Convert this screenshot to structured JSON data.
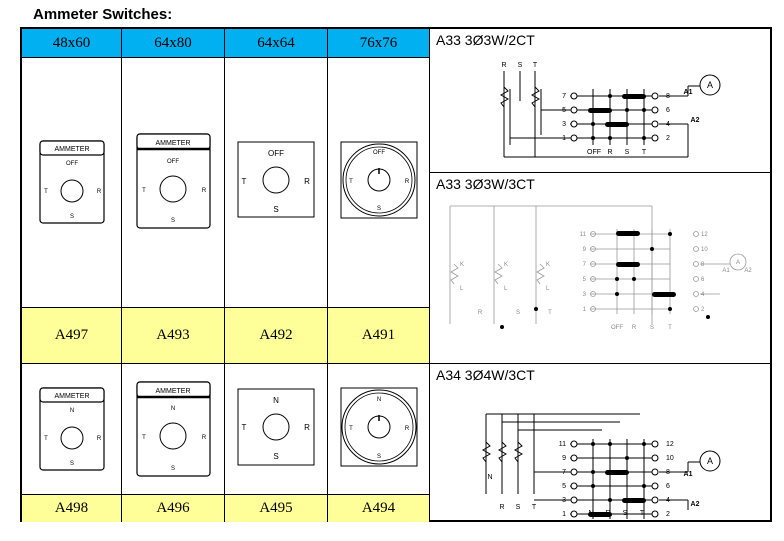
{
  "page_title": "Ammeter Switches:",
  "headers": [
    "48x60",
    "64x80",
    "64x64",
    "76x76"
  ],
  "row1": {
    "codes": [
      "A497",
      "A493",
      "A492",
      "A491"
    ],
    "switches": [
      {
        "name": "AMMETER",
        "top": "OFF",
        "left": "T",
        "right": "R",
        "bottom": "S"
      },
      {
        "name": "AMMETER",
        "top": "OFF",
        "left": "T",
        "right": "R",
        "bottom": "S"
      },
      {
        "top": "OFF",
        "left": "T",
        "right": "R",
        "bottom": "S"
      },
      {
        "top": "OFF",
        "left": "T",
        "right": "R",
        "bottom": "S"
      }
    ]
  },
  "row2": {
    "codes": [
      "A498",
      "A496",
      "A495",
      "A494"
    ],
    "switches": [
      {
        "name": "AMMETER",
        "top": "N",
        "left": "T",
        "right": "R",
        "bottom": "S"
      },
      {
        "name": "AMMETER",
        "top": "N",
        "left": "T",
        "right": "R",
        "bottom": "S"
      },
      {
        "top": "N",
        "left": "T",
        "right": "R",
        "bottom": "S"
      },
      {
        "top": "N",
        "left": "T",
        "right": "R",
        "bottom": "S"
      }
    ]
  },
  "diagrams": [
    {
      "title": "A33 3Ø3W/2CT",
      "phase_labels": [
        "R",
        "S",
        "T"
      ],
      "left_numbers": [
        "7",
        "5",
        "3",
        "1"
      ],
      "right_numbers": [
        "8",
        "6",
        "4",
        "2"
      ],
      "bottom_labels": [
        "OFF",
        "R",
        "S",
        "T"
      ],
      "outputs": [
        "A1",
        "A2"
      ],
      "meter": "A"
    },
    {
      "title": "A33 3Ø3W/3CT",
      "ct_labels": [
        "K",
        "L",
        "K",
        "L",
        "K",
        "L"
      ],
      "left_numbers": [
        "11",
        "9",
        "7",
        "5",
        "3",
        "1"
      ],
      "right_numbers": [
        "12",
        "10",
        "8",
        "6",
        "4",
        "2"
      ],
      "bottom_labels": [
        "OFF",
        "R",
        "S",
        "T"
      ],
      "phase_labels": [
        "R",
        "S",
        "T"
      ],
      "outputs": [
        "A1",
        "A2"
      ],
      "meter": "A"
    },
    {
      "title": "A34 3Ø4W/3CT",
      "phase_labels": [
        "R",
        "S",
        "T"
      ],
      "neutral": "N",
      "left_numbers": [
        "11",
        "9",
        "7",
        "5",
        "3",
        "1"
      ],
      "right_numbers": [
        "12",
        "10",
        "8",
        "6",
        "4",
        "2"
      ],
      "bottom_labels": [
        "N",
        "R",
        "S",
        "T"
      ],
      "outputs": [
        "A1",
        "A2"
      ],
      "meter": "A"
    }
  ]
}
